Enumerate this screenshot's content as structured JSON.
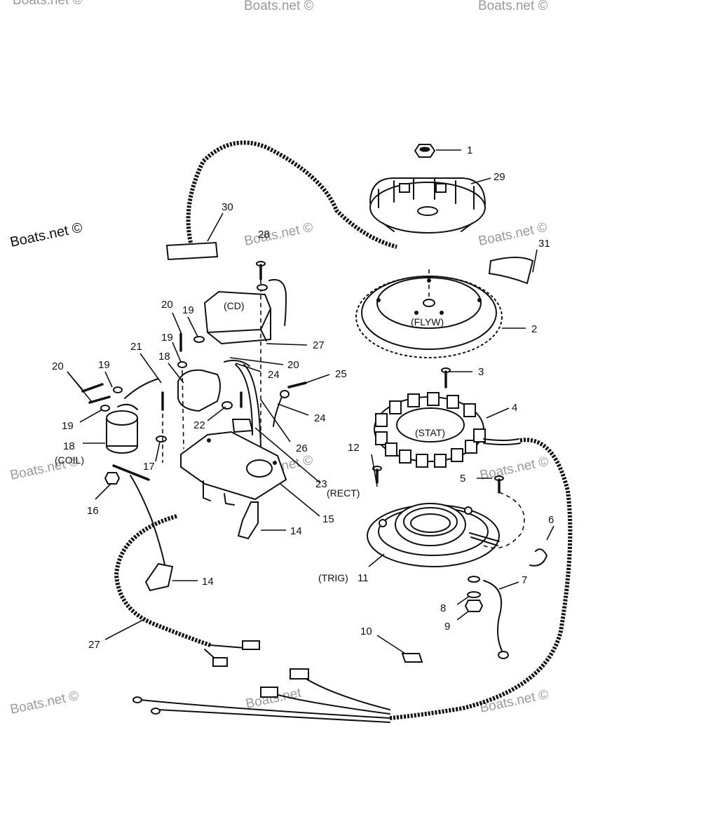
{
  "watermarks": [
    {
      "id": "wm1",
      "text": "Boats.net ©"
    },
    {
      "id": "wm2",
      "text": "Boats.net ©"
    },
    {
      "id": "wm3",
      "text": "Boats.net ©"
    },
    {
      "id": "wm4",
      "text": "Boats.net ©"
    },
    {
      "id": "wm5",
      "text": "Boats.net ©"
    },
    {
      "id": "wm6",
      "text": "Boats.net ©"
    },
    {
      "id": "wm7",
      "text": "Boats.net ©"
    },
    {
      "id": "wm8",
      "text": "Boats.net ©"
    },
    {
      "id": "wm9",
      "text": "Boats.net ©"
    },
    {
      "id": "wm10",
      "text": "Boats.net ©"
    },
    {
      "id": "wm11",
      "text": "Boats.net ©"
    },
    {
      "id": "wm12",
      "text": "Boats.net"
    },
    {
      "id": "wm13",
      "text": "Boats.net ©"
    }
  ],
  "part_labels": {
    "cd": "(CD)",
    "flyw": "(FLYW)",
    "stat": "(STAT)",
    "coil": "(COIL)",
    "rect": "(RECT)",
    "trig": "(TRIG)"
  },
  "callouts": [
    {
      "id": "c1",
      "number": "1"
    },
    {
      "id": "c29",
      "number": "29"
    },
    {
      "id": "c30",
      "number": "30"
    },
    {
      "id": "c28",
      "number": "28"
    },
    {
      "id": "c31",
      "number": "31"
    },
    {
      "id": "c2",
      "number": "2"
    },
    {
      "id": "c20a",
      "number": "20"
    },
    {
      "id": "c19a",
      "number": "19"
    },
    {
      "id": "c19b",
      "number": "19"
    },
    {
      "id": "c27a",
      "number": "27"
    },
    {
      "id": "c21",
      "number": "21"
    },
    {
      "id": "c18a",
      "number": "18"
    },
    {
      "id": "c20b",
      "number": "20"
    },
    {
      "id": "c24a",
      "number": "24"
    },
    {
      "id": "c3",
      "number": "3"
    },
    {
      "id": "c20c",
      "number": "20"
    },
    {
      "id": "c19c",
      "number": "19"
    },
    {
      "id": "c25",
      "number": "25"
    },
    {
      "id": "c4",
      "number": "4"
    },
    {
      "id": "c19d",
      "number": "19"
    },
    {
      "id": "c22",
      "number": "22"
    },
    {
      "id": "c24b",
      "number": "24"
    },
    {
      "id": "c18b",
      "number": "18"
    },
    {
      "id": "c26",
      "number": "26"
    },
    {
      "id": "c12",
      "number": "12"
    },
    {
      "id": "c17",
      "number": "17"
    },
    {
      "id": "c5",
      "number": "5"
    },
    {
      "id": "c23",
      "number": "23"
    },
    {
      "id": "c16",
      "number": "16"
    },
    {
      "id": "c15",
      "number": "15"
    },
    {
      "id": "c6",
      "number": "6"
    },
    {
      "id": "c14a",
      "number": "14"
    },
    {
      "id": "c7",
      "number": "7"
    },
    {
      "id": "c11",
      "number": "11"
    },
    {
      "id": "c14b",
      "number": "14"
    },
    {
      "id": "c8",
      "number": "8"
    },
    {
      "id": "c9",
      "number": "9"
    },
    {
      "id": "c27b",
      "number": "27"
    },
    {
      "id": "c10",
      "number": "10"
    }
  ]
}
